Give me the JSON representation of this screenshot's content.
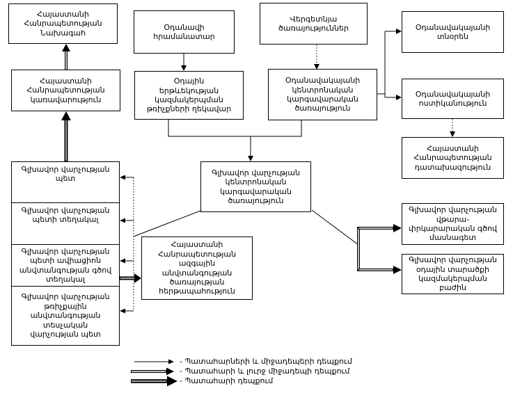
{
  "boxes": {
    "president": "Հայաստանի\nՀանրապետության\nՆախագահ",
    "government": "Հայաստանի\nՀանրապետության\nկառավարություն",
    "aircraft_commander": "Օդանավի\nհրամանատար",
    "atc_flights_head": "Օդային\nերթևեկության\nկազմակերպման\nթռիչքների ղեկավար",
    "ground_services": "Վերգետնյա\nծառայություններ",
    "airport_central_dispatch": "Օդանավակայանի\nկենտրոնական\nկարգավարական\nծառայություն",
    "airport_director": "Օդանավակայանի\nտնօրեն",
    "airport_police": "Օդանավակայանի\nոստիկանություն",
    "prosecutor_office": "Հայաստանի\nՀանրապետության\nդատախազություն",
    "main_dept_head": "Գլխավոր վարչության\nպետ",
    "main_dept_deputy": "Գլխավոր վարչության\nպետի տեղակալ",
    "main_dept_aviation_security_deputy": "Գլխավոր վարչության\nպետի ավիացիոն\nանվտանգության գծով\nտեղակալ",
    "flight_safety_inspection_head": "Գլխավոր վարչության\nթռիչքային\nանվտանգության\nտեսչական\nվարչության պետ",
    "main_dept_central_dispatch": "Գլխավոր վարչության\nկենտրոնական\nկարգավարական\nծառայություն",
    "nss_duty_service": "Հայաստանի\nՀանրապետության\nազգային\nանվտանգության\nծառայության\nհերթապահություն",
    "rescue_specialist": "Գլխավոր վարչության\nվթարա-\nփրկարարական գծով\nմասնագետ",
    "airspace_org_division": "Գլխավոր վարչության\nօդային տարածքի\nկազմակերպման\nբաժին"
  },
  "legend": {
    "items": [
      {
        "style": "thin",
        "label": "- Պատահարների և միջադեպերի դեպքում"
      },
      {
        "style": "double",
        "label": "- Պատահարի և լուրջ միջադեպի դեպքում"
      },
      {
        "style": "thick",
        "label": "- Պատահարի դեպքում"
      }
    ]
  },
  "colors": {
    "line": "#000000",
    "dotted_line": "#333333",
    "box_border": "#000000",
    "background": "#ffffff",
    "text": "#000000"
  }
}
